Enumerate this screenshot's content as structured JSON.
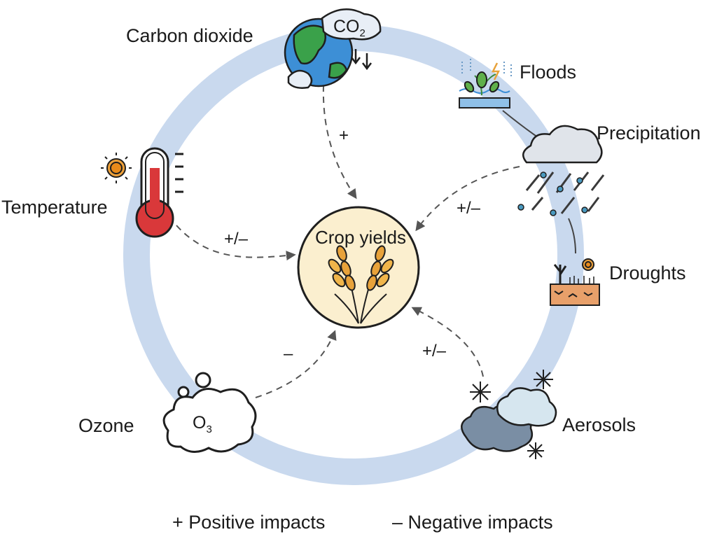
{
  "center": {
    "label": "Crop yields"
  },
  "factors": {
    "carbon_dioxide": {
      "label": "Carbon dioxide",
      "icon_text": "CO",
      "icon_sub": "2",
      "impact": "+"
    },
    "temperature": {
      "label": "Temperature",
      "impact": "+/–"
    },
    "ozone": {
      "label": "Ozone",
      "icon_text": "O",
      "icon_sub": "3",
      "impact": "–"
    },
    "precipitation": {
      "label": "Precipitation",
      "impact": "+/–"
    },
    "aerosols": {
      "label": "Aerosols",
      "impact": "+/–"
    },
    "floods": {
      "label": "Floods"
    },
    "droughts": {
      "label": "Droughts"
    }
  },
  "legend": {
    "positive_symbol": "+",
    "positive_text": "Positive impacts",
    "negative_symbol": "–",
    "negative_text": "Negative impacts"
  },
  "colors": {
    "ring": "#c9d9ee",
    "center_fill": "#fbefcf",
    "arrow": "#555555",
    "outline": "#1f1f1f"
  }
}
